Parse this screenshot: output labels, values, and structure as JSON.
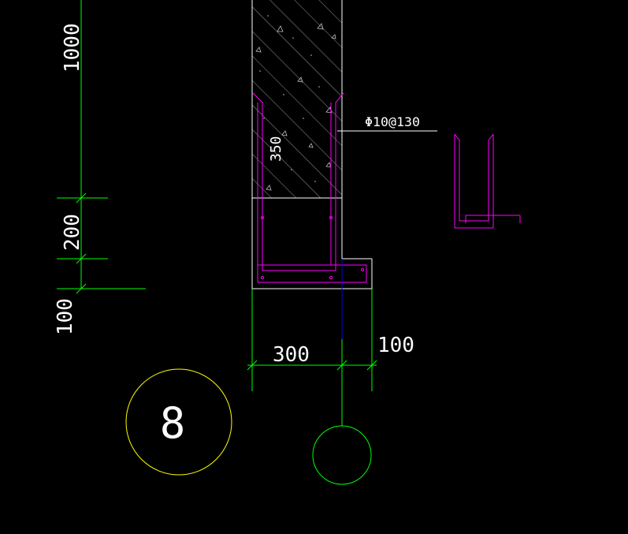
{
  "colors": {
    "background": "#000000",
    "dimension": "#00ff00",
    "concrete_outline": "#ffffff",
    "rebar": "#ff00ff",
    "axis_line": "#0000ff",
    "leader": "#ffffff",
    "label_circle": "#ffff00",
    "axis_circle": "#00ff00",
    "hatch": "#ffffff"
  },
  "dimensions": {
    "vertical_top": "1000",
    "vertical_mid": "200",
    "vertical_bottom": "100",
    "horizontal_left": "300",
    "horizontal_right": "100",
    "wall_height": "350"
  },
  "rebar_callout": "Φ10@130",
  "section_label": "8"
}
